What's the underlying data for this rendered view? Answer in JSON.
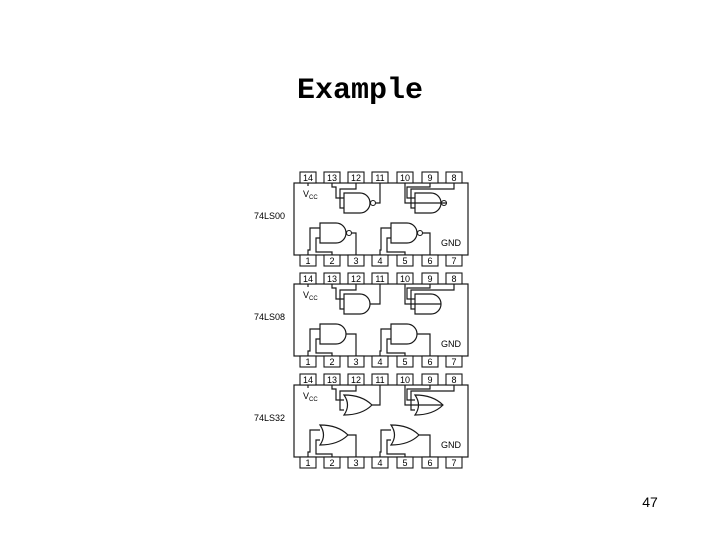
{
  "slide": {
    "title": "Example",
    "page_number": "47"
  },
  "chips": [
    {
      "part": "74LS00",
      "vcc": "V",
      "vcc_sub": "CC",
      "gnd": "GND",
      "gate_type": "nand",
      "top_pins": [
        "14",
        "13",
        "12",
        "11",
        "10",
        "9",
        "8"
      ],
      "bottom_pins": [
        "1",
        "2",
        "3",
        "4",
        "5",
        "6",
        "7"
      ]
    },
    {
      "part": "74LS08",
      "vcc": "V",
      "vcc_sub": "CC",
      "gnd": "GND",
      "gate_type": "and",
      "top_pins": [
        "14",
        "13",
        "12",
        "11",
        "10",
        "9",
        "8"
      ],
      "bottom_pins": [
        "1",
        "2",
        "3",
        "4",
        "5",
        "6",
        "7"
      ]
    },
    {
      "part": "74LS32",
      "vcc": "V",
      "vcc_sub": "CC",
      "gnd": "GND",
      "gate_type": "or",
      "top_pins": [
        "14",
        "13",
        "12",
        "11",
        "10",
        "9",
        "8"
      ],
      "bottom_pins": [
        "1",
        "2",
        "3",
        "4",
        "5",
        "6",
        "7"
      ]
    }
  ]
}
